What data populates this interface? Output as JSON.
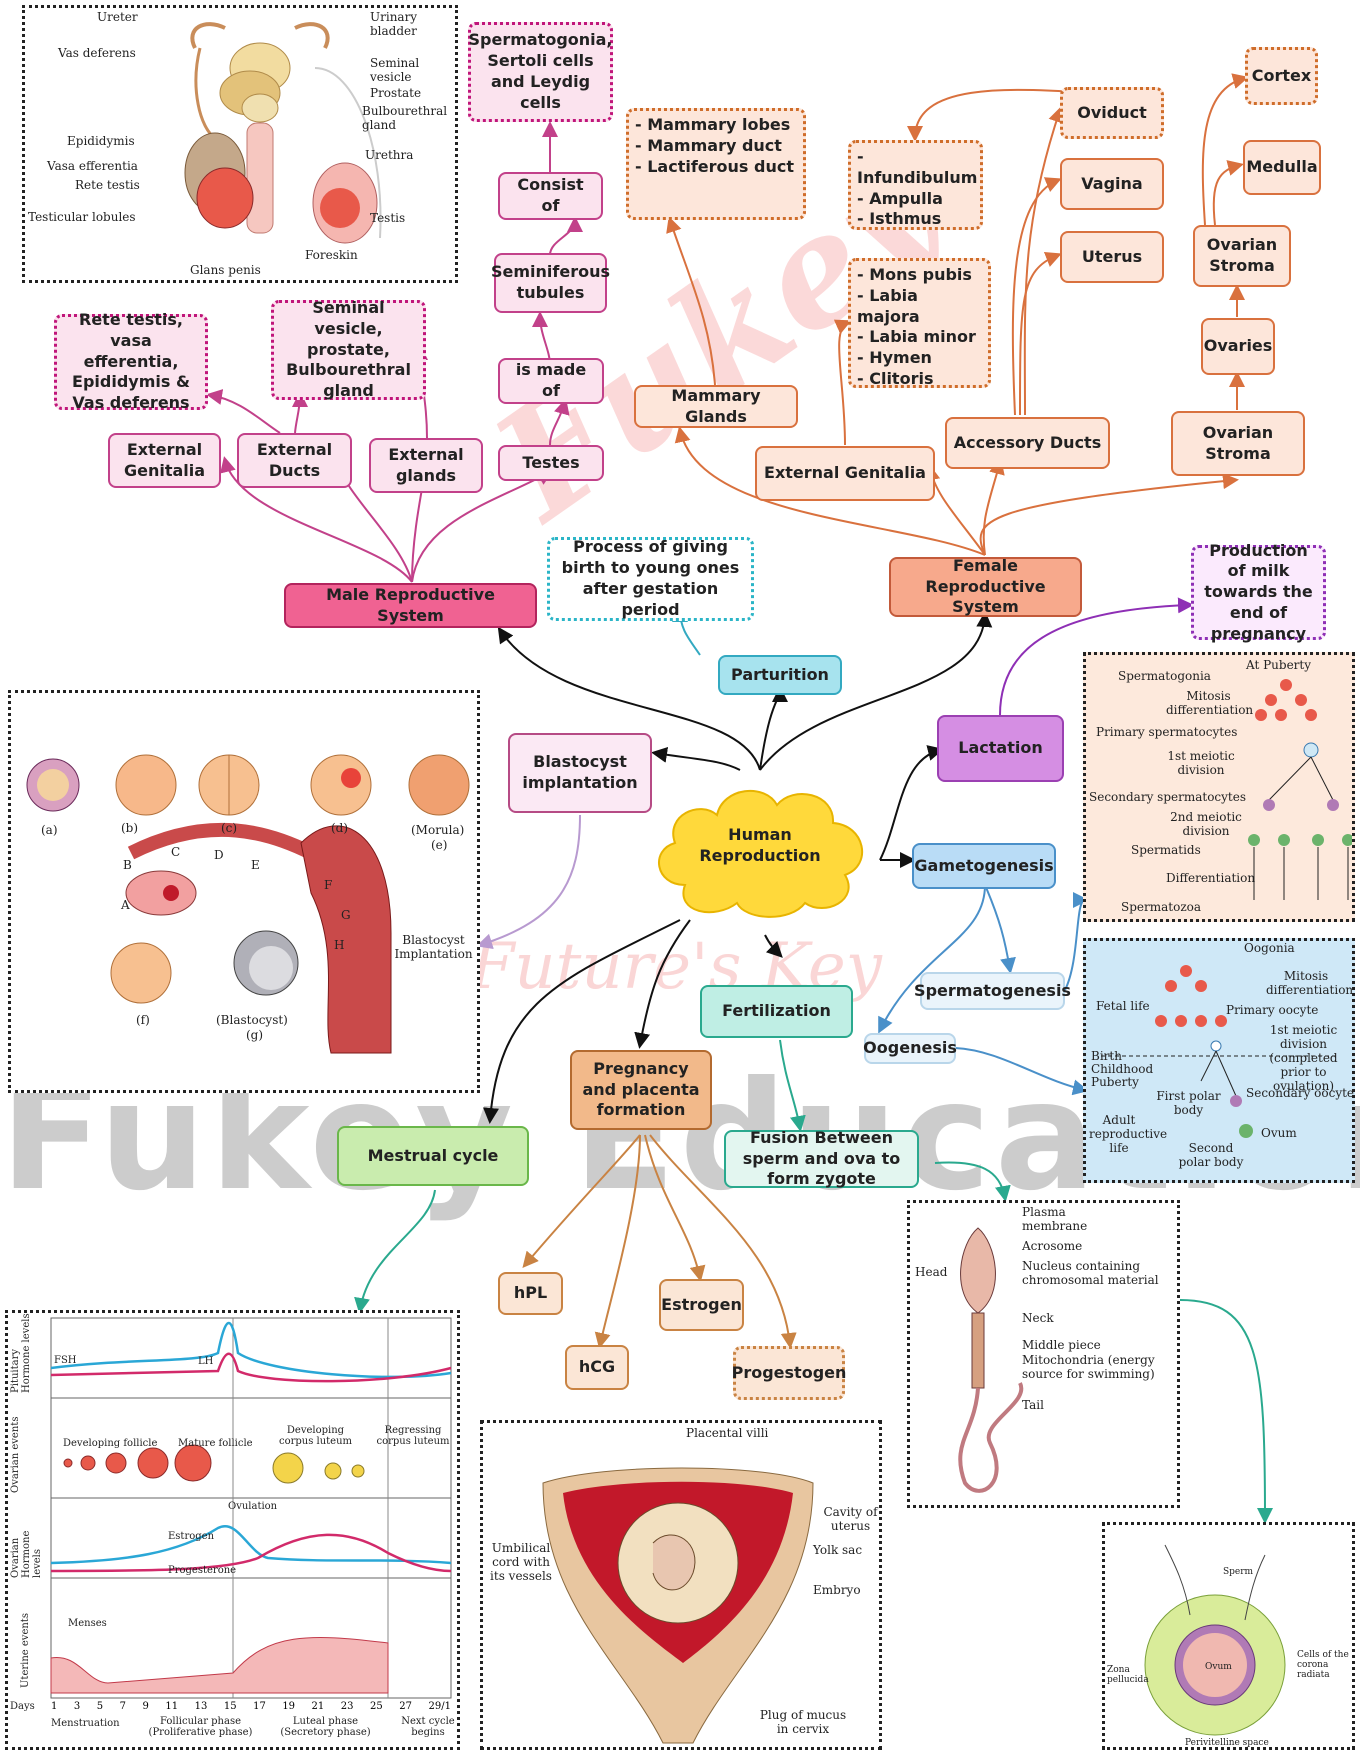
{
  "center": "Human Reproduction",
  "watermarks": {
    "brand": "Fukey",
    "tagline": "Future's Key",
    "band": "Fukey Education"
  },
  "male": {
    "title": "Male Reproductive System",
    "testes": "Testes",
    "is_made_of": "is made of",
    "seminiferous": "Seminiferous tubules",
    "consist_of": "Consist of",
    "cells": "Spermatogonia, Sertoli cells and Leydig cells",
    "external_glands": "External glands",
    "glands_list": "Seminal vesicle, prostate, Bulbourethral gland",
    "external_ducts": "External Ducts",
    "ducts_list": "Rete testis, vasa efferentia, Epididymis & Vas deferens",
    "external_genitalia": "External Genitalia"
  },
  "female": {
    "title": "Female Reproductive System",
    "mammary_glands": "Mammary Glands",
    "mammary_parts": [
      "- Mammary lobes",
      "- Mammary duct",
      "- Lactiferous duct"
    ],
    "external_genitalia": "External Genitalia",
    "genitalia_parts": [
      "- Mons pubis",
      "- Labia majora",
      "- Labia minor",
      "- Hymen",
      "- Clitoris"
    ],
    "accessory_ducts": "Accessory Ducts",
    "oviduct": "Oviduct",
    "oviduct_parts": [
      "- Infundibulum",
      "- Ampulla",
      "- Isthmus"
    ],
    "vagina": "Vagina",
    "uterus": "Uterus",
    "ovarian_stroma": "Ovarian Stroma",
    "ovaries": "Ovaries",
    "ovarian_stroma_2": "Ovarian Stroma",
    "cortex": "Cortex",
    "medulla": "Medulla"
  },
  "parturition": "Parturition",
  "parturition_def": "Process of giving birth to young ones after gestation period",
  "lactation": "Lactation",
  "lactation_def": "Production of milk towards the end of pregnancy",
  "blastocyst": "Blastocyst implantation",
  "gametogenesis": "Gametogenesis",
  "spermatogenesis": "Spermatogenesis",
  "oogenesis": "Oogenesis",
  "fertilization": "Fertilization",
  "fusion": "Fusion Between sperm and ova to form zygote",
  "pregnancy": "Pregnancy and placenta formation",
  "hormones": {
    "hpl": "hPL",
    "hcg": "hCG",
    "estrogen": "Estrogen",
    "progestogen": "Progestogen"
  },
  "menstrual": "Mestrual cycle",
  "male_diagram_labels": {
    "ureter": "Ureter",
    "urinary_bladder": "Urinary bladder",
    "vas_deferens": "Vas deferens",
    "seminal_vesicle": "Seminal vesicle",
    "prostate": "Prostate",
    "bulbourethral": "Bulbourethral gland",
    "epididymis": "Epididymis",
    "urethra": "Urethra",
    "vasa_efferentia": "Vasa efferentia",
    "rete_testis": "Rete testis",
    "testicular_lobules": "Testicular lobules",
    "testis": "Testis",
    "foreskin": "Foreskin",
    "glans_penis": "Glans penis"
  },
  "spermatogenesis_labels": {
    "at_puberty": "At Puberty",
    "spermatogonia": "Spermatogonia",
    "mitosis": "Mitosis differentiation",
    "primary": "Primary spermatocytes",
    "first_meiotic": "1st meiotic division",
    "secondary": "Secondary spermatocytes",
    "second_meiotic": "2nd meiotic division",
    "spermatids": "Spermatids",
    "differentiation": "Differentiation",
    "spermatozoa": "Spermatozoa"
  },
  "oogenesis_labels": {
    "oogonia": "Oogonia",
    "mitosis": "Mitosis differentiation",
    "fetal_life": "Fetal life",
    "primary_oocyte": "Primary oocyte",
    "first_meiotic": "1st meiotic division (completed prior to ovulation)",
    "birth": "Birth",
    "childhood": "Childhood",
    "puberty": "Puberty",
    "first_polar": "First polar body",
    "secondary_oocyte": "Secondary oocyte",
    "adult": "Adult reproductive life",
    "ovum": "Ovum",
    "second_polar": "Second polar body"
  },
  "embryo_labels": {
    "a": "(a)",
    "b": "(b)",
    "c": "(c)",
    "d": "(d)",
    "morula": "(Morula)",
    "e": "(e)",
    "f": "(f)",
    "blastocyst": "(Blastocyst)",
    "g": "(g)",
    "implantation": "Blastocyst Implantation",
    "A": "A",
    "B": "B",
    "C": "C",
    "D": "D",
    "E": "E",
    "F": "F",
    "G": "G",
    "H": "H"
  },
  "sperm_labels": {
    "plasma": "Plasma membrane",
    "acrosome": "Acrosome",
    "head": "Head",
    "nucleus": "Nucleus containing chromosomal material",
    "neck": "Neck",
    "middle": "Middle piece",
    "mito": "Mitochondria (energy source for swimming)",
    "tail": "Tail"
  },
  "fertilization_labels": {
    "sperm": "Sperm",
    "zona": "Zona pellucida",
    "ovum": "Ovum",
    "corona": "Cells of the corona radiata",
    "perivitelline": "Perivitelline space"
  },
  "placenta_labels": {
    "villi": "Placental villi",
    "cavity": "Cavity of uterus",
    "umbilical": "Umbilical cord with its vessels",
    "yolk": "Yolk sac",
    "embryo": "Embryo",
    "plug": "Plug of mucus in cervix"
  },
  "cycle_labels": {
    "pituitary": "Pituitary Hormone levels",
    "ovarian_events": "Ovarian events",
    "ovarian_hormone": "Ovarian Hormone levels",
    "uterine": "Uterine events",
    "fsh": "FSH",
    "lh": "LH",
    "developing_follicle": "Developing follicle",
    "mature_follicle": "Mature follicle",
    "ovulation": "Ovulation",
    "developing_cl": "Developing corpus luteum",
    "regressing_cl": "Regressing corpus luteum",
    "estrogen": "Estrogen",
    "progesterone": "Progesterone",
    "menses": "Menses",
    "days": "Days",
    "menstruation": "Menstruation",
    "follicular": "Follicular phase (Proliferative phase)",
    "luteal": "Luteal phase (Secretory phase)",
    "next": "Next cycle begins",
    "day_ticks": [
      "1",
      "3",
      "5",
      "7",
      "9",
      "11",
      "13",
      "15",
      "17",
      "19",
      "21",
      "23",
      "25",
      "27",
      "29/1"
    ]
  },
  "colors": {
    "male": "#c2418a",
    "female": "#d9713e",
    "teal": "#2aa98e",
    "blue": "#4a90c9",
    "purple": "#9b40b2"
  }
}
